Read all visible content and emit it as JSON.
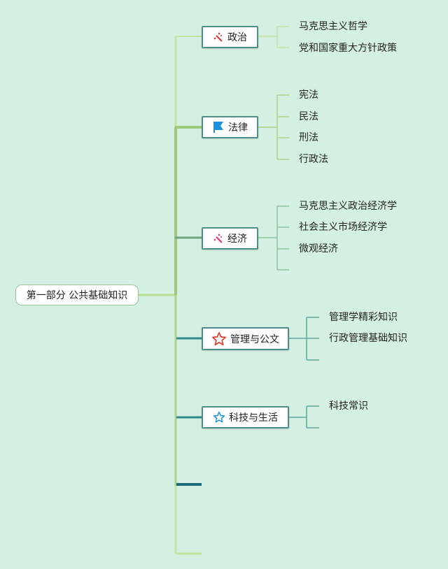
{
  "root": {
    "label": "第一部分 公共基础知识"
  },
  "branches": [
    {
      "label": "政治",
      "icon": "magic-wand-icon",
      "children": [
        "马克思主义哲学",
        "党和国家重大方针政策"
      ]
    },
    {
      "label": "法律",
      "icon": "flag-icon",
      "children": [
        "宪法",
        "民法",
        "刑法",
        "行政法"
      ]
    },
    {
      "label": "经济",
      "icon": "magic-wand-icon",
      "children": [
        "马克思主义政治经济学",
        "社会主义市场经济学",
        "微观经济",
        ""
      ]
    },
    {
      "label": "管理与公文",
      "icon": "red-star-icon",
      "children": [
        "管理学精彩知识",
        "行政管理基础知识",
        ""
      ]
    },
    {
      "label": "科技与生活",
      "icon": "blue-star-icon",
      "children": [
        "科技常识",
        ""
      ]
    }
  ],
  "colors": {
    "background": "#d4f0e2",
    "trunk": "#b9de92",
    "node_border": "#4f8f8a",
    "teal": "#2f8a8a"
  }
}
